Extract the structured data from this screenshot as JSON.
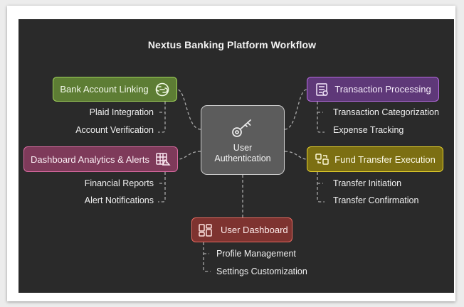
{
  "title": "Nextus Banking Platform Workflow",
  "center": {
    "line1": "User",
    "line2": "Authentication",
    "icon": "key-icon"
  },
  "nodes": {
    "bank": {
      "label": "Bank Account Linking",
      "icon": "link-icon",
      "color": "#8bc34a",
      "items": [
        "Plaid Integration",
        "Account Verification"
      ]
    },
    "dashboard_analytics": {
      "label": "Dashboard Analytics & Alerts",
      "icon": "analytics-icon",
      "color": "#d45a93",
      "items": [
        "Financial Reports",
        "Alert Notifications"
      ]
    },
    "transaction": {
      "label": "Transaction Processing",
      "icon": "receipt-icon",
      "color": "#a757c9",
      "items": [
        "Transaction Categorization",
        "Expense Tracking"
      ]
    },
    "fund": {
      "label": "Fund Transfer Execution",
      "icon": "transfer-icon",
      "color": "#d7c323",
      "items": [
        "Transfer Initiation",
        "Transfer Confirmation"
      ]
    },
    "user_dashboard": {
      "label": "User Dashboard",
      "icon": "dashboard-icon",
      "color": "#e0574f",
      "items": [
        "Profile Management",
        "Settings Customization"
      ]
    }
  }
}
